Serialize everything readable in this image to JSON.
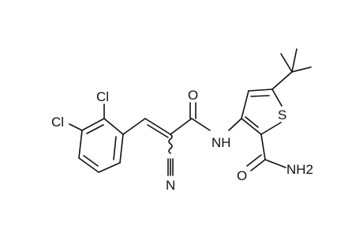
{
  "molecule": {
    "atom_labels": {
      "cl_top": "Cl",
      "cl_left": "Cl",
      "oxygen_top": "O",
      "nitrogen_nitrile": "N",
      "amide_nh": "NH",
      "sulfur": "S",
      "oxygen_bottom": "O",
      "amide_nh2": "NH2"
    }
  },
  "colors": {
    "bond": "#111111",
    "background": "#ffffff"
  }
}
